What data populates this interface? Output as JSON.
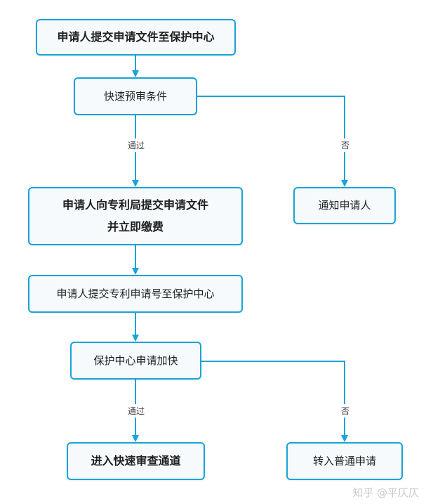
{
  "flowchart": {
    "nodes": {
      "submit_to_center": "申请人提交申请文件至保护中心",
      "fast_precheck": "快速预审条件",
      "submit_to_office": "申请人向专利局提交申请文件\n并立即缴费",
      "notify_applicant": "通知申请人",
      "submit_number": "申请人提交专利申请号至保护中心",
      "center_expedite": "保护中心申请加快",
      "fast_exam_channel": "进入快速审查通道",
      "normal_application": "转入普通申请"
    },
    "edge_labels": {
      "precheck_pass": "通过",
      "precheck_fail": "否",
      "expedite_pass": "通过",
      "expedite_fail": "否"
    }
  },
  "watermark": "知乎 @平仄仄",
  "colors": {
    "accent": "#1aa3d8",
    "node_fill": "#f6fafc",
    "text": "#1f1f1f"
  }
}
